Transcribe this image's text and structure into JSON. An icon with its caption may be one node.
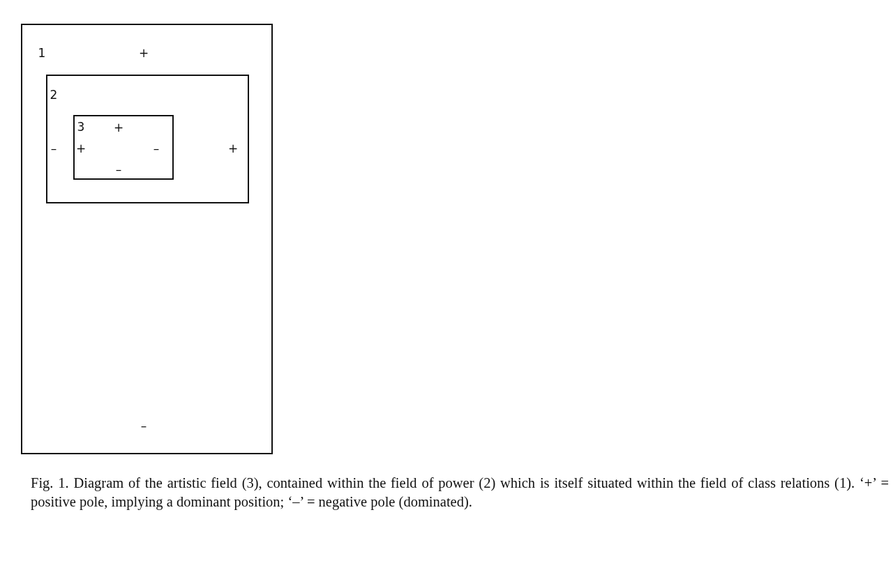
{
  "diagram": {
    "caption": "Fig. 1. Diagram of the artistic field (3), contained within the field of power (2) which is itself situated within the field of class relations (1). ‘+’ = positive pole, implying a dominant position; ‘–’ = negative pole (dominated).",
    "nodes": [
      {
        "text": [
          "1",
          "+",
          "–"
        ]
      },
      {
        "text": [
          "2",
          "–",
          "+"
        ],
        "in": 0
      },
      {
        "text": [
          "3",
          "+",
          "+",
          "–",
          "–"
        ],
        "in": 1
      }
    ]
  }
}
